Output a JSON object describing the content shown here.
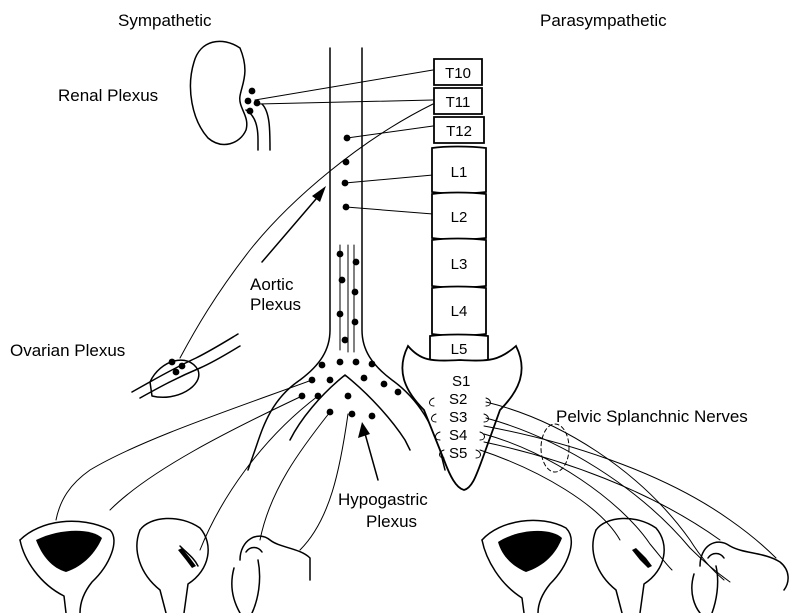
{
  "headings": {
    "sympathetic": "Sympathetic",
    "parasympathetic": "Parasympathetic"
  },
  "labels": {
    "renal_plexus": "Renal Plexus",
    "ovarian_plexus": "Ovarian Plexus",
    "aortic_plexus_line1": "Aortic",
    "aortic_plexus_line2": "Plexus",
    "hypogastric_plexus_line1": "Hypogastric",
    "hypogastric_plexus_line2": "Plexus",
    "pelvic_splanchnic_nerves": "Pelvic Splanchnic Nerves"
  },
  "vertebrae": [
    "T10",
    "T11",
    "T12",
    "L1",
    "L2",
    "L3",
    "L4",
    "L5"
  ],
  "sacral_segments": [
    "S1",
    "S2",
    "S3",
    "S4",
    "S5"
  ]
}
